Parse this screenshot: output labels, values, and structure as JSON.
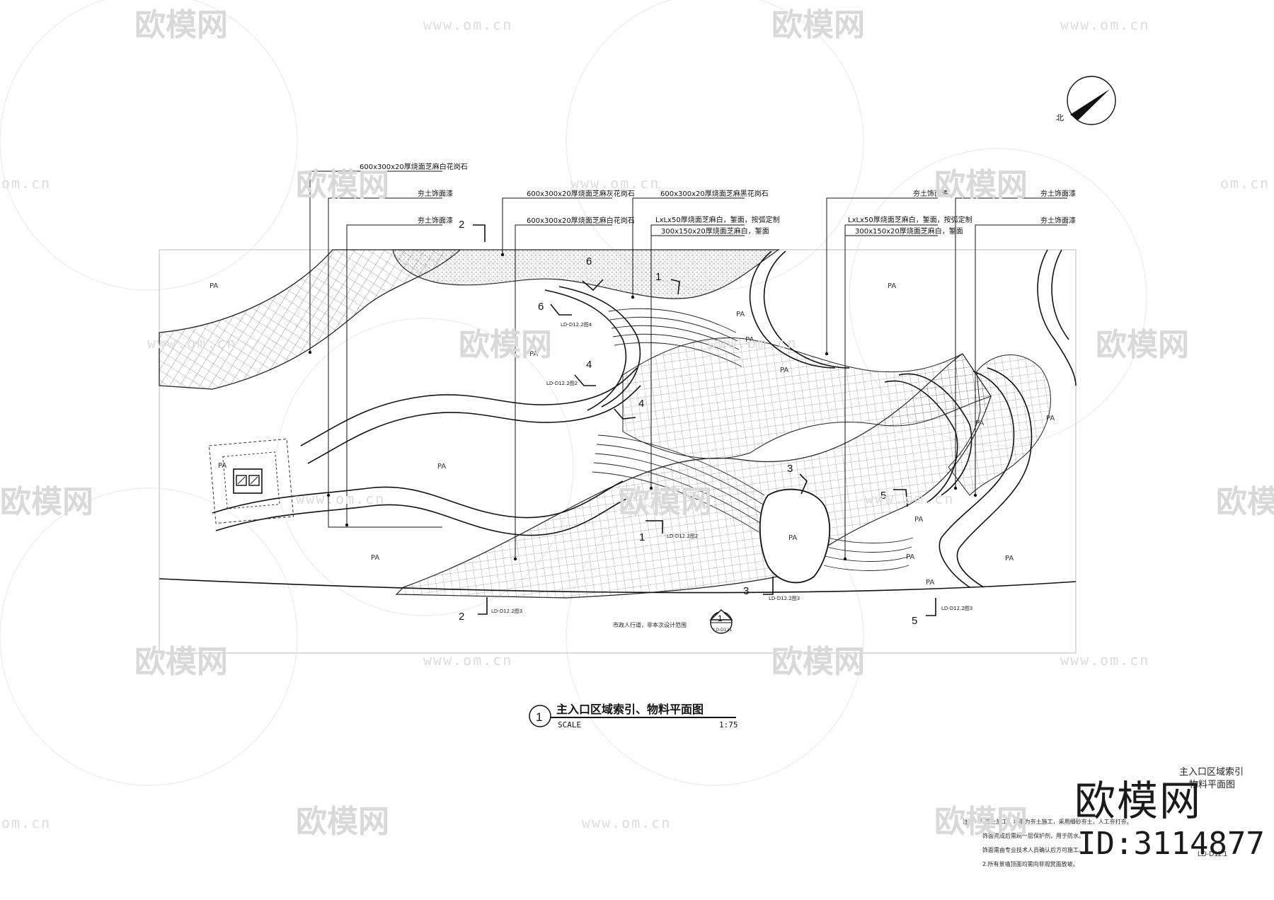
{
  "watermark": {
    "logo_text": "欧模网",
    "url_text": "www.om.cn",
    "url_fragment": "om.cn"
  },
  "north_arrow": {
    "label": "北"
  },
  "callouts_left": [
    "600x300x20厚烧面芝麻白花岗石",
    "夯土饰面漆",
    "夯土饰面漆"
  ],
  "callouts_center": [
    "600x300x20厚烧面芝麻灰花岗石",
    "600x300x20厚烧面芝麻白花岗石"
  ],
  "callouts_center_right": [
    "600x300x20厚烧面芝麻黑花岗石",
    "LxLx50厚烧面芝麻白，錾面，按弧定制",
    "300x150x20厚烧面芝麻白，錾面"
  ],
  "callouts_right": [
    "夯土饰面漆",
    "LxLx50厚烧面芝麻白，錾面，按弧定制",
    "300x150x20厚烧面芝麻白，錾面"
  ],
  "callouts_far_right": [
    "夯土饰面漆",
    "夯土饰面漆"
  ],
  "area_label": "PA",
  "section_refs": {
    "s1": "1",
    "s2": "2",
    "s3": "3",
    "s4": "4",
    "s5": "5",
    "s6": "6",
    "ref_s2": "LD-D12.2图3",
    "ref_s1": "LD-D12.2图2",
    "ref_s3": "LD-D12.2图3",
    "ref_s5": "LD-D12.2图3",
    "ref_s6": "LD-D12.2图4",
    "ref_s4": "LD-D12.2图2"
  },
  "bottom_note": "市政人行道，非本次设计范围",
  "detail_marker": {
    "num": "1",
    "ref": "LD-D121"
  },
  "title": {
    "circle_num": "1",
    "main": "主入口区域索引、物料平面图",
    "scale_label": "SCALE",
    "scale_value": "1:75"
  },
  "title_block": {
    "line1": "主入口区域索引",
    "line2": "物料平面图",
    "sheet_no": "LD-D11.1"
  },
  "notes": [
    "注释：1.夯土施工，墙面为夯土施工，采用细砂夯土，人工夯打夯。",
    "饰面完成后需刷一层保护剂，用于防水。",
    "饰面需由专业技术人员确认后方可施工。",
    "2.所有景墙顶面均需向非观赏面放坡。"
  ],
  "brand": {
    "name": "欧模网",
    "id": "ID:3114877"
  }
}
